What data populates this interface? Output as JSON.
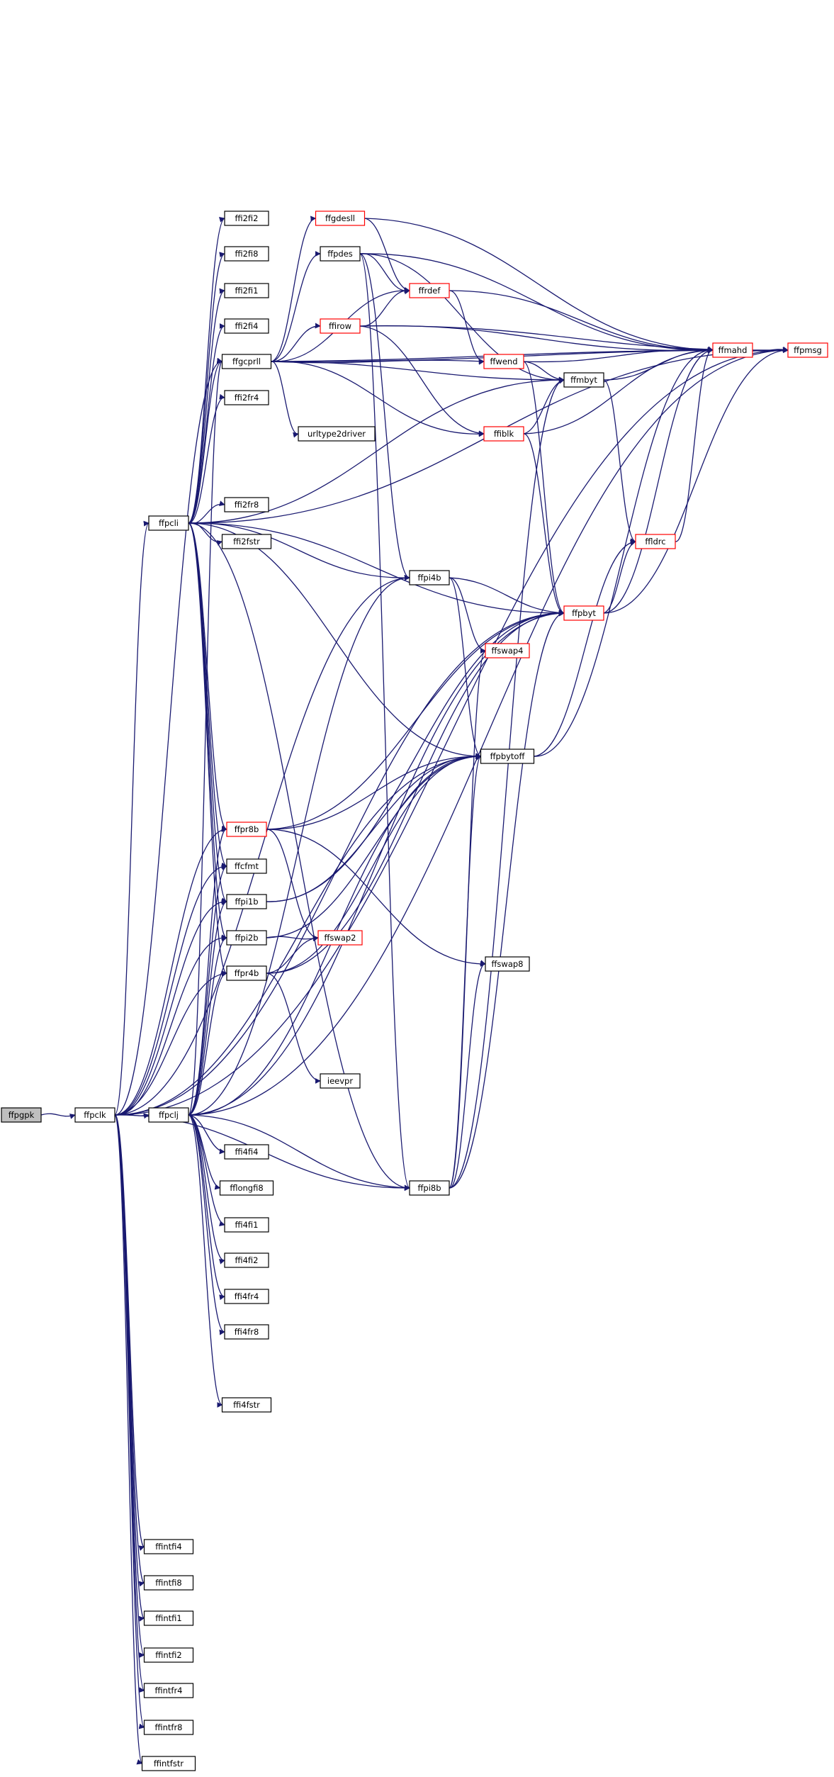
{
  "colors": {
    "edge": "#191970",
    "node_border": "#000000",
    "node_border_incomplete": "#ff0000",
    "root_fill": "#bfbfbf",
    "node_fill": "#ffffff"
  },
  "nodes": [
    {
      "id": "ffpgpk",
      "label": "ffpgpk",
      "style": "root"
    },
    {
      "id": "ffpclk",
      "label": "ffpclk",
      "style": "normal"
    },
    {
      "id": "ffpcli",
      "label": "ffpcli",
      "style": "normal"
    },
    {
      "id": "ffpclj",
      "label": "ffpclj",
      "style": "normal"
    },
    {
      "id": "ffgcprll",
      "label": "ffgcprll",
      "style": "normal"
    },
    {
      "id": "ffgdesll",
      "label": "ffgdesll",
      "style": "incomplete"
    },
    {
      "id": "ffpdes",
      "label": "ffpdes",
      "style": "normal"
    },
    {
      "id": "ffirow",
      "label": "ffirow",
      "style": "incomplete"
    },
    {
      "id": "ffrdef",
      "label": "ffrdef",
      "style": "incomplete"
    },
    {
      "id": "ffwend",
      "label": "ffwend",
      "style": "incomplete"
    },
    {
      "id": "ffmbyt",
      "label": "ffmbyt",
      "style": "normal"
    },
    {
      "id": "ffiblk",
      "label": "ffiblk",
      "style": "incomplete"
    },
    {
      "id": "ffmahd",
      "label": "ffmahd",
      "style": "incomplete"
    },
    {
      "id": "ffpmsg",
      "label": "ffpmsg",
      "style": "incomplete"
    },
    {
      "id": "urltype2driver",
      "label": "urltype2driver",
      "style": "normal"
    },
    {
      "id": "ffldrc",
      "label": "ffldrc",
      "style": "incomplete"
    },
    {
      "id": "ffpbyt",
      "label": "ffpbyt",
      "style": "incomplete"
    },
    {
      "id": "ffpi4b",
      "label": "ffpi4b",
      "style": "normal"
    },
    {
      "id": "ffswap4",
      "label": "ffswap4",
      "style": "incomplete"
    },
    {
      "id": "ffpbytoff",
      "label": "ffpbytoff",
      "style": "normal"
    },
    {
      "id": "ffpr8b",
      "label": "ffpr8b",
      "style": "incomplete"
    },
    {
      "id": "ffcfmt",
      "label": "ffcfmt",
      "style": "normal"
    },
    {
      "id": "ffpi1b",
      "label": "ffpi1b",
      "style": "normal"
    },
    {
      "id": "ffpi2b",
      "label": "ffpi2b",
      "style": "normal"
    },
    {
      "id": "ffswap2",
      "label": "ffswap2",
      "style": "incomplete"
    },
    {
      "id": "ffpr4b",
      "label": "ffpr4b",
      "style": "normal"
    },
    {
      "id": "ffswap8",
      "label": "ffswap8",
      "style": "normal"
    },
    {
      "id": "ieevpr",
      "label": "ieevpr",
      "style": "normal"
    },
    {
      "id": "ffpi8b",
      "label": "ffpi8b",
      "style": "normal"
    },
    {
      "id": "ffi2fi2",
      "label": "ffi2fi2",
      "style": "normal"
    },
    {
      "id": "ffi2fi8",
      "label": "ffi2fi8",
      "style": "normal"
    },
    {
      "id": "ffi2fi1",
      "label": "ffi2fi1",
      "style": "normal"
    },
    {
      "id": "ffi2fi4",
      "label": "ffi2fi4",
      "style": "normal"
    },
    {
      "id": "ffi2fr4",
      "label": "ffi2fr4",
      "style": "normal"
    },
    {
      "id": "ffi2fr8",
      "label": "ffi2fr8",
      "style": "normal"
    },
    {
      "id": "ffi2fstr",
      "label": "ffi2fstr",
      "style": "normal"
    },
    {
      "id": "ffi4fi4",
      "label": "ffi4fi4",
      "style": "normal"
    },
    {
      "id": "fflongfi8",
      "label": "fflongfi8",
      "style": "normal"
    },
    {
      "id": "ffi4fi1",
      "label": "ffi4fi1",
      "style": "normal"
    },
    {
      "id": "ffi4fi2",
      "label": "ffi4fi2",
      "style": "normal"
    },
    {
      "id": "ffi4fr4",
      "label": "ffi4fr4",
      "style": "normal"
    },
    {
      "id": "ffi4fr8",
      "label": "ffi4fr8",
      "style": "normal"
    },
    {
      "id": "ffi4fstr",
      "label": "ffi4fstr",
      "style": "normal"
    },
    {
      "id": "ffintfi4",
      "label": "ffintfi4",
      "style": "normal"
    },
    {
      "id": "ffintfi8",
      "label": "ffintfi8",
      "style": "normal"
    },
    {
      "id": "ffintfi1",
      "label": "ffintfi1",
      "style": "normal"
    },
    {
      "id": "ffintfi2",
      "label": "ffintfi2",
      "style": "normal"
    },
    {
      "id": "ffintfr4",
      "label": "ffintfr4",
      "style": "normal"
    },
    {
      "id": "ffintfr8",
      "label": "ffintfr8",
      "style": "normal"
    },
    {
      "id": "ffintfstr",
      "label": "ffintfstr",
      "style": "normal"
    }
  ],
  "edges": [
    [
      "ffpgpk",
      "ffpclk"
    ],
    [
      "ffpclk",
      "ffpclj"
    ],
    [
      "ffpclk",
      "ffpcli"
    ],
    [
      "ffpclk",
      "ffpr8b"
    ],
    [
      "ffpclk",
      "ffcfmt"
    ],
    [
      "ffpclk",
      "ffpi1b"
    ],
    [
      "ffpclk",
      "ffpi2b"
    ],
    [
      "ffpclk",
      "ffpr4b"
    ],
    [
      "ffpclk",
      "ffpi4b"
    ],
    [
      "ffpclk",
      "ffpi8b"
    ],
    [
      "ffpclk",
      "ffpbytoff"
    ],
    [
      "ffpclk",
      "ffpbyt"
    ],
    [
      "ffpclk",
      "ffpmsg"
    ],
    [
      "ffpclk",
      "ffgcprll"
    ],
    [
      "ffpclk",
      "ffintfi4"
    ],
    [
      "ffpclk",
      "ffintfi8"
    ],
    [
      "ffpclk",
      "ffintfi1"
    ],
    [
      "ffpclk",
      "ffintfi2"
    ],
    [
      "ffpclk",
      "ffintfr4"
    ],
    [
      "ffpclk",
      "ffintfr8"
    ],
    [
      "ffpclk",
      "ffintfstr"
    ],
    [
      "ffpcli",
      "ffi2fi2"
    ],
    [
      "ffpcli",
      "ffi2fi8"
    ],
    [
      "ffpcli",
      "ffi2fi1"
    ],
    [
      "ffpcli",
      "ffi2fi4"
    ],
    [
      "ffpcli",
      "ffgcprll"
    ],
    [
      "ffpcli",
      "ffi2fr4"
    ],
    [
      "ffpcli",
      "ffi2fr8"
    ],
    [
      "ffpcli",
      "ffi2fstr"
    ],
    [
      "ffpcli",
      "ffpi4b"
    ],
    [
      "ffpcli",
      "ffpbyt"
    ],
    [
      "ffpcli",
      "ffpbytoff"
    ],
    [
      "ffpcli",
      "ffpr8b"
    ],
    [
      "ffpcli",
      "ffcfmt"
    ],
    [
      "ffpcli",
      "ffpi1b"
    ],
    [
      "ffpcli",
      "ffpi2b"
    ],
    [
      "ffpcli",
      "ffpr4b"
    ],
    [
      "ffpcli",
      "ffpi8b"
    ],
    [
      "ffpcli",
      "ffmbyt"
    ],
    [
      "ffpcli",
      "ffpmsg"
    ],
    [
      "ffpclj",
      "ffgcprll"
    ],
    [
      "ffpclj",
      "ffpr8b"
    ],
    [
      "ffpclj",
      "ffcfmt"
    ],
    [
      "ffpclj",
      "ffpi1b"
    ],
    [
      "ffpclj",
      "ffpi2b"
    ],
    [
      "ffpclj",
      "ffpr4b"
    ],
    [
      "ffpclj",
      "ffi4fi4"
    ],
    [
      "ffpclj",
      "fflongfi8"
    ],
    [
      "ffpclj",
      "ffi4fi1"
    ],
    [
      "ffpclj",
      "ffi4fi2"
    ],
    [
      "ffpclj",
      "ffi4fr4"
    ],
    [
      "ffpclj",
      "ffi4fr8"
    ],
    [
      "ffpclj",
      "ffi4fstr"
    ],
    [
      "ffpclj",
      "ffpi4b"
    ],
    [
      "ffpclj",
      "ffpi8b"
    ],
    [
      "ffpclj",
      "ffpbytoff"
    ],
    [
      "ffpclj",
      "ffpbyt"
    ],
    [
      "ffpclj",
      "ffpmsg"
    ],
    [
      "ffgcprll",
      "ffgdesll"
    ],
    [
      "ffgcprll",
      "ffpdes"
    ],
    [
      "ffgcprll",
      "ffirow"
    ],
    [
      "ffgcprll",
      "ffrdef"
    ],
    [
      "ffgcprll",
      "ffwend"
    ],
    [
      "ffgcprll",
      "ffiblk"
    ],
    [
      "ffgcprll",
      "urltype2driver"
    ],
    [
      "ffgcprll",
      "ffmahd"
    ],
    [
      "ffgcprll",
      "ffmbyt"
    ],
    [
      "ffgcprll",
      "ffpmsg"
    ],
    [
      "ffgdesll",
      "ffrdef"
    ],
    [
      "ffgdesll",
      "ffmahd"
    ],
    [
      "ffpdes",
      "ffrdef"
    ],
    [
      "ffpdes",
      "ffmahd"
    ],
    [
      "ffpdes",
      "ffmbyt"
    ],
    [
      "ffpdes",
      "ffpi4b"
    ],
    [
      "ffpdes",
      "ffpi8b"
    ],
    [
      "ffirow",
      "ffrdef"
    ],
    [
      "ffirow",
      "ffiblk"
    ],
    [
      "ffirow",
      "ffmahd"
    ],
    [
      "ffirow",
      "ffpmsg"
    ],
    [
      "ffrdef",
      "ffwend"
    ],
    [
      "ffrdef",
      "ffmahd"
    ],
    [
      "ffwend",
      "ffmbyt"
    ],
    [
      "ffwend",
      "ffmahd"
    ],
    [
      "ffwend",
      "ffpbyt"
    ],
    [
      "ffiblk",
      "ffmbyt"
    ],
    [
      "ffiblk",
      "ffmahd"
    ],
    [
      "ffiblk",
      "ffpbyt"
    ],
    [
      "ffmbyt",
      "ffmahd"
    ],
    [
      "ffmbyt",
      "ffldrc"
    ],
    [
      "ffmahd",
      "ffpmsg"
    ],
    [
      "ffldrc",
      "ffmahd"
    ],
    [
      "ffpbyt",
      "ffldrc"
    ],
    [
      "ffpbyt",
      "ffmahd"
    ],
    [
      "ffpbyt",
      "ffpmsg"
    ],
    [
      "ffpi4b",
      "ffswap4"
    ],
    [
      "ffpi4b",
      "ffpbytoff"
    ],
    [
      "ffpi4b",
      "ffpbyt"
    ],
    [
      "ffpbytoff",
      "ffmahd"
    ],
    [
      "ffpbytoff",
      "ffldrc"
    ],
    [
      "ffpr8b",
      "ffpbyt"
    ],
    [
      "ffpr8b",
      "ffswap2"
    ],
    [
      "ffpr8b",
      "ffswap8"
    ],
    [
      "ffpr8b",
      "ffpbytoff"
    ],
    [
      "ffpi1b",
      "ffpbytoff"
    ],
    [
      "ffpi1b",
      "ffpbyt"
    ],
    [
      "ffpi2b",
      "ffswap2"
    ],
    [
      "ffpi2b",
      "ffpbytoff"
    ],
    [
      "ffpr4b",
      "ffswap2"
    ],
    [
      "ffpr4b",
      "ieevpr"
    ],
    [
      "ffpr4b",
      "ffpbytoff"
    ],
    [
      "ffpr4b",
      "ffpbyt"
    ],
    [
      "ffpi8b",
      "ffswap8"
    ],
    [
      "ffpi8b",
      "ffpbytoff"
    ],
    [
      "ffpi8b",
      "ffmbyt"
    ],
    [
      "ffpi8b",
      "ffpbyt"
    ],
    [
      "ffpi8b",
      "ffswap4"
    ]
  ]
}
